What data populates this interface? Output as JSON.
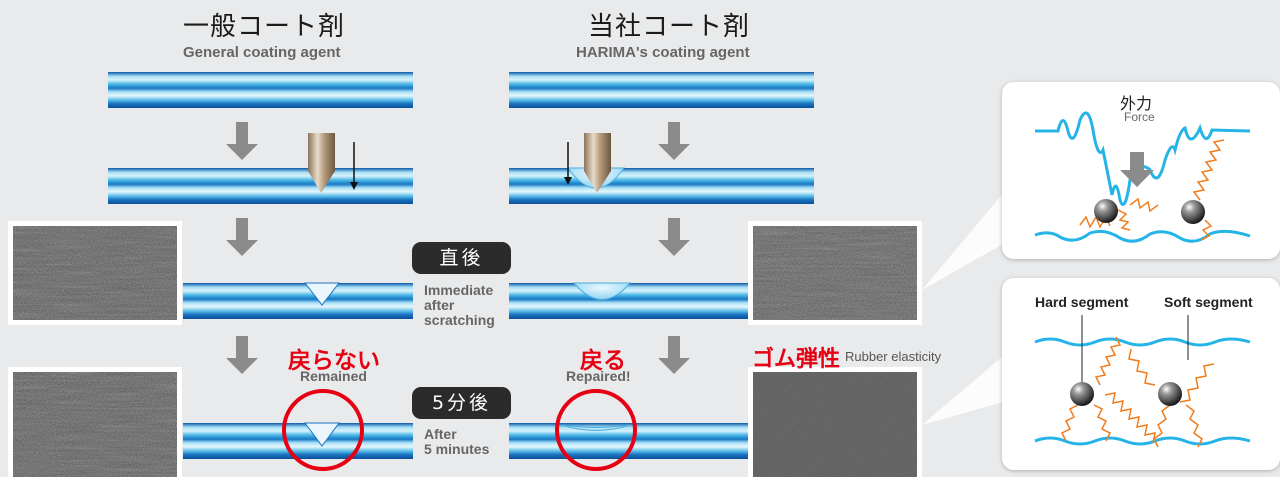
{
  "general": {
    "title_jp": "一般コート剤",
    "title_en": "General coating agent",
    "result_jp": "戻らない",
    "result_en": "Remained"
  },
  "harima": {
    "title_jp": "当社コート剤",
    "title_en": "HARIMA's coating agent",
    "result_jp": "戻る",
    "result_en": "Repaired!"
  },
  "stage_immediate": {
    "badge": "直後",
    "note_lines": [
      "Immediate",
      "after",
      "scratching"
    ]
  },
  "stage_after": {
    "badge": "5分後",
    "note_lines": [
      "After",
      "5 minutes"
    ]
  },
  "rubber": {
    "label_jp": "ゴム弾性",
    "label_en": "Rubber elasticity"
  },
  "force_panel": {
    "label_jp": "外力",
    "label_en": "Force"
  },
  "segment_panel": {
    "hard": "Hard segment",
    "soft": "Soft segment"
  },
  "colors": {
    "accent_red": "#e60012",
    "coating_blue": "#3fa9e0",
    "spring_orange": "#f07c1c",
    "wave_cyan": "#24b4e8"
  }
}
